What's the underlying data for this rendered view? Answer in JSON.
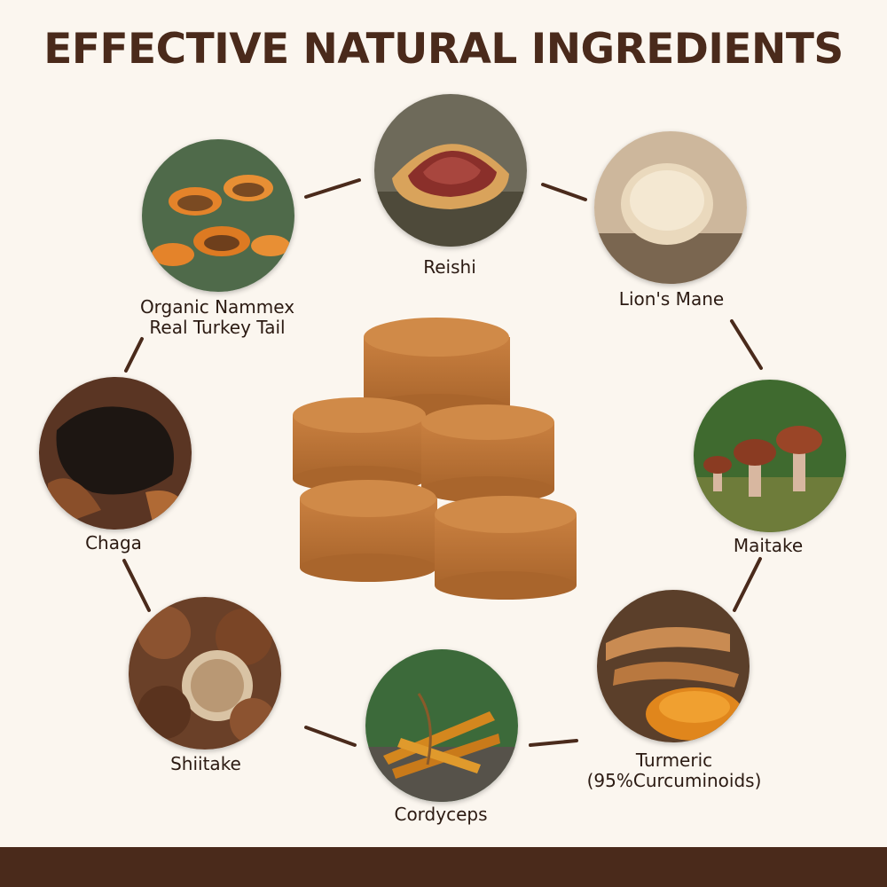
{
  "title": "EFFECTIVE NATURAL INGREDIENTS",
  "ingredients": [
    {
      "name": "Reishi"
    },
    {
      "name": "Lion's Mane"
    },
    {
      "name": "Maitake"
    },
    {
      "name": "Turmeric",
      "note": "(95%Curcuminoids)"
    },
    {
      "name": "Cordyceps"
    },
    {
      "name": "Shiitake"
    },
    {
      "name": "Chaga"
    },
    {
      "name": "Organic Nammex",
      "note": "Real Turkey Tail"
    }
  ],
  "colors": {
    "background": "#fbf6ef",
    "brown": "#4a2a1b",
    "tablet": "#c27a3e"
  }
}
